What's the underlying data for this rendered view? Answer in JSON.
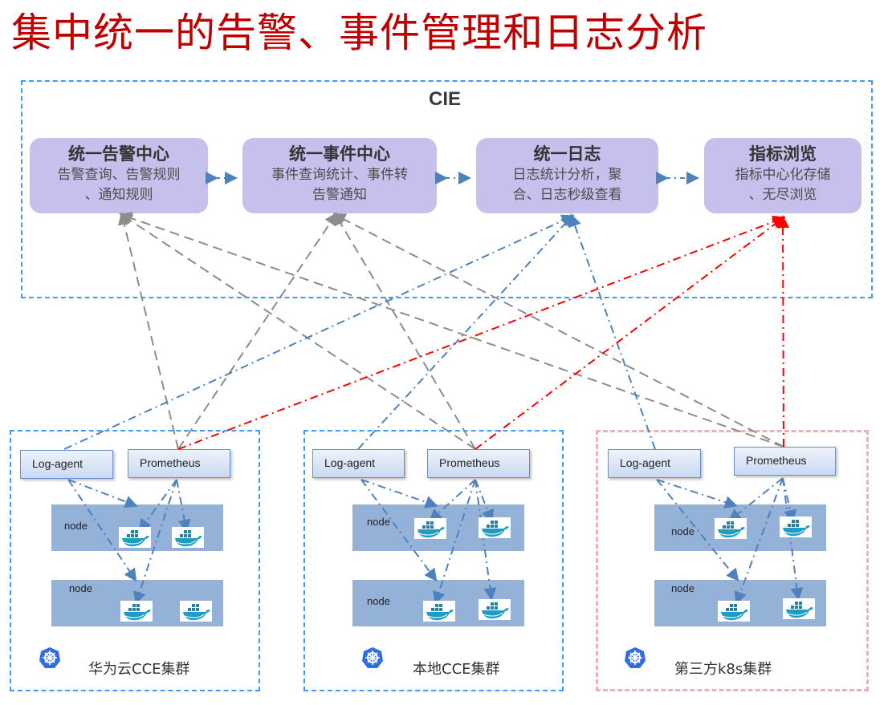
{
  "title": "集中统一的告警、事件管理和日志分析",
  "cie": {
    "label": "CIE",
    "services": [
      {
        "name": "统一告警中心",
        "desc_line1": "告警查询、告警规则",
        "desc_line2": "、通知规则"
      },
      {
        "name": "统一事件中心",
        "desc_line1": "事件查询统计、事件转",
        "desc_line2": "告警通知"
      },
      {
        "name": "统一日志",
        "desc_line1": "日志统计分析，聚",
        "desc_line2": "合、日志秒级查看"
      },
      {
        "name": "指标浏览",
        "desc_line1": "指标中心化存储",
        "desc_line2": "、无尽浏览"
      }
    ]
  },
  "clusters": [
    {
      "name": "华为云CCE集群",
      "log_agent": "Log-agent",
      "prometheus": "Prometheus",
      "node_label": "node",
      "border": "blue"
    },
    {
      "name": "本地CCE集群",
      "log_agent": "Log-agent",
      "prometheus": "Prometheus",
      "node_label": "node",
      "border": "blue"
    },
    {
      "name": "第三方k8s集群",
      "log_agent": "Log-agent",
      "prometheus": "Prometheus",
      "node_label": "node",
      "border": "pink"
    }
  ],
  "colors": {
    "title": "#c00000",
    "frame_blue": "#3d9bff",
    "frame_pink": "#e8b4b8",
    "service_bg": "#c5c1ec",
    "node_bg": "#94b2d8",
    "event_line": "#8c8c8c",
    "log_line": "#4f81bd",
    "metric_line": "#ff0000"
  },
  "icons": {
    "container": "docker-whale-icon",
    "cluster": "kubernetes-helm-icon"
  }
}
